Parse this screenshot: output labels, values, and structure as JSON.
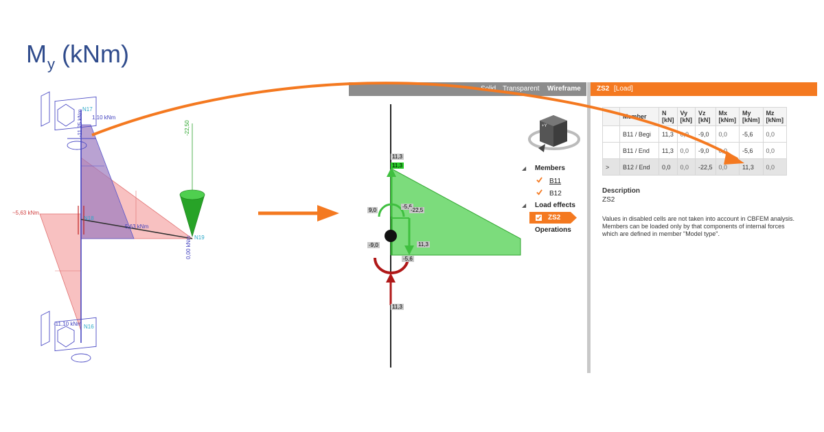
{
  "diagram": {
    "title_main": "M",
    "title_sub": "y",
    "title_unit": " (kNm)",
    "nodes": {
      "n17": "N17",
      "n18": "N18",
      "n19": "N19",
      "n16": "N16"
    },
    "values": {
      "v1_10": "1,10 kNm",
      "v_11_25": "-11,25 kNm",
      "v_5_63_left": "~5,63 kNm",
      "v_5_63": "5,63 kNm",
      "v_22_50": "-22,50",
      "v_0_00": "0,00 kNm",
      "v_11_10": "-11,10 kNm"
    }
  },
  "viewport": {
    "toolbar": {
      "solid": "Solid",
      "transparent": "Transparent",
      "wireframe": "Wireframe"
    },
    "cube_label": "+Y",
    "labels": {
      "top_11_3_a": "11,3",
      "top_11_3_b": "11,3",
      "l_9_0": "9,0",
      "l_5_6": "-5,6",
      "l_22_5": "-22,5",
      "l_11_3_mid": "11,3",
      "l_neg9_0": "-9,0",
      "l_5_6_b": "-5,6",
      "bottom_11_3": "11,3"
    },
    "tree": {
      "members": "Members",
      "b11": "B11",
      "b12": "B12",
      "load_effects": "Load effects",
      "zs2": "ZS2",
      "operations": "Operations"
    }
  },
  "panel": {
    "header_name": "ZS2",
    "header_type": "[Load]",
    "columns": [
      {
        "name": "Member",
        "unit": ""
      },
      {
        "name": "N",
        "unit": "[kN]"
      },
      {
        "name": "Vy",
        "unit": "[kN]"
      },
      {
        "name": "Vz",
        "unit": "[kN]"
      },
      {
        "name": "Mx",
        "unit": "[kNm]"
      },
      {
        "name": "My",
        "unit": "[kNm]"
      },
      {
        "name": "Mz",
        "unit": "[kNm]"
      }
    ],
    "rows": [
      {
        "member": "B11 / Begi",
        "n": "11,3",
        "vy": "0,0",
        "vz": "-9,0",
        "mx": "0,0",
        "my": "-5,6",
        "mz": "0,0"
      },
      {
        "member": "B11 / End",
        "n": "11,3",
        "vy": "0,0",
        "vz": "-9,0",
        "mx": "0,0",
        "my": "-5,6",
        "mz": "0,0"
      },
      {
        "member": "B12 / End",
        "n": "0,0",
        "vy": "0,0",
        "vz": "-22,5",
        "mx": "0,0",
        "my": "11,3",
        "mz": "0,0"
      }
    ],
    "description_title": "Description",
    "description_value": "ZS2",
    "note": "Values in disabled cells are not taken into account in CBFEM analysis. Members can be loaded only by that components of internal forces which are defined in member \"Model type\"."
  },
  "colors": {
    "accent_orange": "#f47920",
    "title_blue": "#2f4b8c",
    "moment_pink": "#f4a0a0",
    "moment_purple": "#9b7bbf",
    "green_load": "#5bd35b",
    "red_arrow": "#b01818"
  }
}
